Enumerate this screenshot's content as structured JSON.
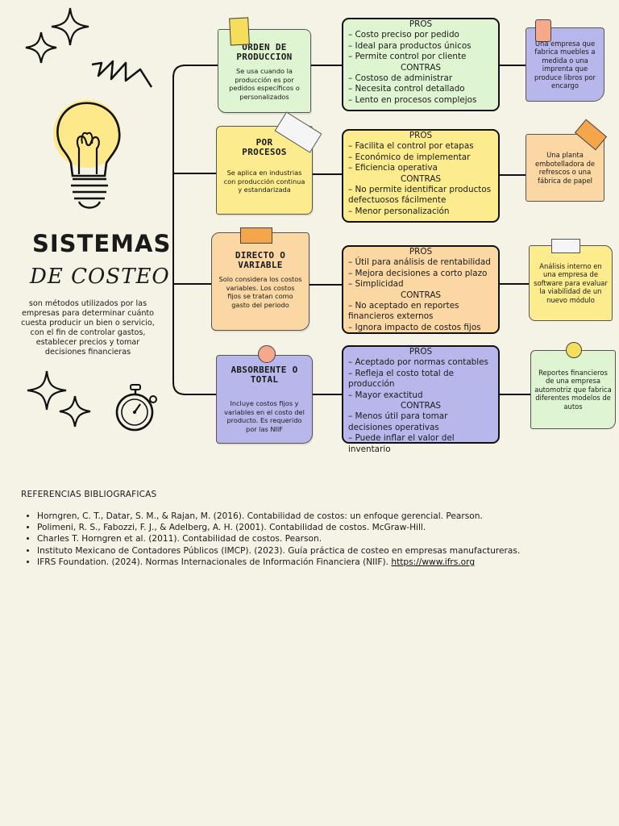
{
  "header": {
    "title_line1": "SISTEMAS",
    "title_line2": "DE COSTEO",
    "intro": "son métodos utilizados por las empresas para determinar cuánto cuesta producir un bien o servicio, con el fin de controlar gastos, establecer precios y tomar decisiones financieras"
  },
  "colors": {
    "background": "#f5f2e6",
    "green": "#dff5d2",
    "yellow": "#fdec8e",
    "orange": "#fbd7a4",
    "lavender": "#b8b7ec"
  },
  "icons": [
    "lightbulb-icon",
    "sparkle-icon",
    "stopwatch-icon",
    "tape-icon",
    "pushpin-icon"
  ],
  "systems": [
    {
      "title": "ORDEN DE PRODUCCION",
      "description": "Se usa cuando la producción es por pedidos específicos o personalizados",
      "pros_label": "PROS",
      "pros": [
        "– Costo preciso por pedido",
        "– Ideal para productos únicos",
        "– Permite control por cliente"
      ],
      "cons_label": "CONTRAS",
      "cons": [
        "– Costoso de administrar",
        "– Necesita control detallado",
        "– Lento en procesos complejos"
      ],
      "example": "Una empresa que fabrica muebles a medida o una imprenta que produce libros por encargo"
    },
    {
      "title": "POR PROCESOS",
      "description": "Se aplica en industrias con producción continua y estandarizada",
      "pros_label": "PROS",
      "pros": [
        "– Facilita el control por etapas",
        "– Económico de implementar",
        "– Eficiencia operativa"
      ],
      "cons_label": "CONTRAS",
      "cons": [
        "– No permite identificar productos defectuosos fácilmente",
        "– Menor personalización"
      ],
      "example": "Una planta embotelladora de refrescos o una fábrica de papel"
    },
    {
      "title": "DIRECTO O VARIABLE",
      "description": "Solo considera los costos variables. Los costos fijos se tratan como gasto del periodo",
      "pros_label": "PROS",
      "pros": [
        "– Útil para análisis de rentabilidad",
        "– Mejora decisiones a corto plazo",
        "– Simplicidad"
      ],
      "cons_label": "CONTRAS",
      "cons": [
        "– No aceptado en reportes financieros externos",
        "– Ignora impacto de costos fijos"
      ],
      "example": "Análisis interno en una empresa de software para evaluar la viabilidad de un nuevo módulo"
    },
    {
      "title": "ABSORBENTE O TOTAL",
      "description": "Incluye costos fijos y variables en el costo del producto. Es requerido por las NIIF",
      "pros_label": "PROS",
      "pros": [
        "– Aceptado por normas contables",
        "– Refleja el costo total de producción",
        "– Mayor exactitud"
      ],
      "cons_label": "CONTRAS",
      "cons": [
        "– Menos útil para tomar decisiones operativas",
        "– Puede inflar el valor del inventario"
      ],
      "example": "Reportes financieros de una empresa automotriz que fabrica diferentes modelos de autos"
    }
  ],
  "references": {
    "title": "REFERENCIAS BIBLIOGRAFICAS",
    "items": [
      "Horngren, C. T., Datar, S. M., & Rajan, M. (2016). Contabilidad de costos: un enfoque gerencial. Pearson.",
      "Polimeni, R. S., Fabozzi, F. J., & Adelberg, A. H. (2001). Contabilidad de costos. McGraw-Hill.",
      "Charles T. Horngren et al. (2011). Contabilidad de costos. Pearson.",
      "Instituto Mexicano de Contadores Públicos (IMCP). (2023). Guía práctica de costeo en empresas manufactureras."
    ],
    "last_item_text": "IFRS Foundation. (2024). Normas Internacionales de Información Financiera (NIIF). ",
    "last_item_link": "https://www.ifrs.org"
  }
}
